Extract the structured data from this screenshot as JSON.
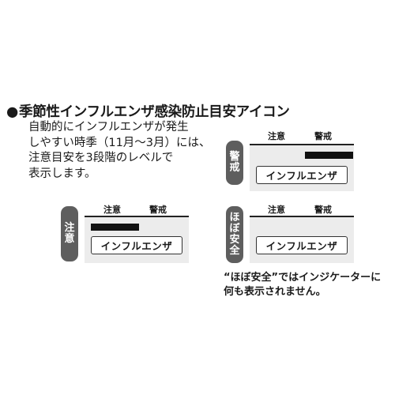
{
  "title": {
    "bullet": "●",
    "text": "季節性インフルエンザ感染防止目安アイコン"
  },
  "description": [
    "自動的にインフルエンザが発生",
    "しやすい時季（11月〜3月）には、",
    "注意目安を3段階のレベルで",
    "表示します。"
  ],
  "scale_labels": {
    "caution": "注意",
    "warning": "警戒"
  },
  "panels": {
    "warning": {
      "tag_chars": [
        "警",
        "戒"
      ],
      "level": 1.0,
      "box_label": "インフルエンザ"
    },
    "caution": {
      "tag_chars": [
        "注",
        "意"
      ],
      "level": 0.5,
      "box_label": "インフルエンザ"
    },
    "safe": {
      "tag_chars": [
        "ほ",
        "ぼ",
        "安",
        "全"
      ],
      "level": 0,
      "box_label": "インフルエンザ"
    }
  },
  "note": [
    "“ほぼ安全”ではインジケーターに",
    "何も表示されません。"
  ]
}
